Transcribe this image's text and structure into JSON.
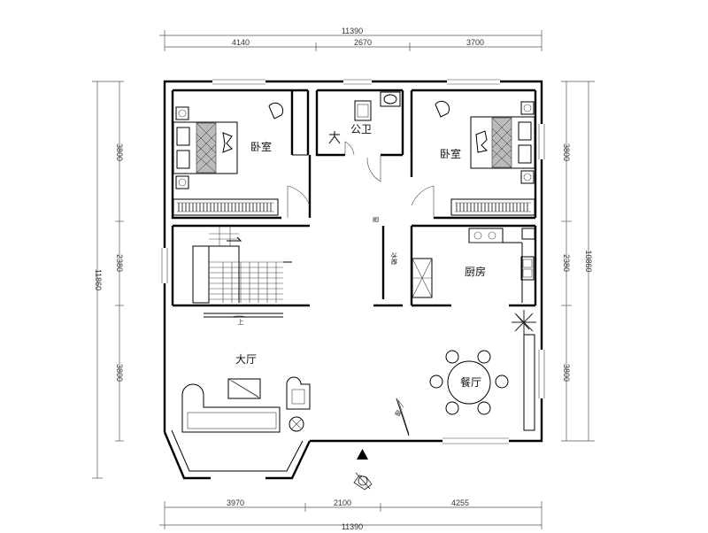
{
  "rooms": {
    "bedroom_left": "卧室",
    "bedroom_right": "卧室",
    "bathroom": "公卫",
    "kitchen": "厨房",
    "living": "大厅",
    "dining": "餐厅"
  },
  "labels": {
    "stair_up": "上",
    "kitchen_door": "窗",
    "fridge": "冰箱",
    "corridor_mark": "窗"
  },
  "dimensions": {
    "top_total": "11390",
    "top_1": "4140",
    "top_2": "2670",
    "top_3": "3700",
    "bottom_total": "11390",
    "bottom_1": "3970",
    "bottom_2": "2100",
    "bottom_3": "4255",
    "left_total": "11860",
    "left_1": "3800",
    "left_2": "2380",
    "left_3": "3800",
    "right_total": "10860",
    "right_1": "3800",
    "right_2": "2380",
    "right_3": "3800"
  }
}
